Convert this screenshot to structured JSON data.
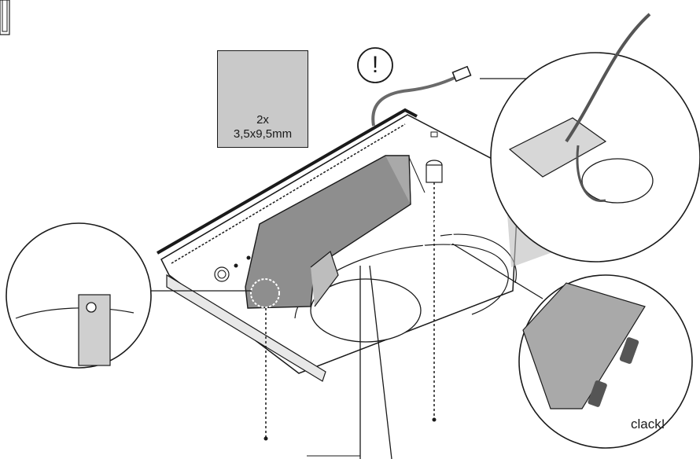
{
  "screws": {
    "quantity": "2x",
    "size": "3,5x9,5mm"
  },
  "warning": {
    "symbol": "!"
  },
  "callouts": {
    "clack": "clack!"
  },
  "icons": {
    "screw": "screw-icon",
    "warning": "warning-icon",
    "cable": "cable-connector-icon"
  },
  "colors": {
    "line": "#1a1a1a",
    "duct_fill": "#8e8e8e",
    "panel_fill": "#c9c9c9",
    "background": "#ffffff"
  }
}
